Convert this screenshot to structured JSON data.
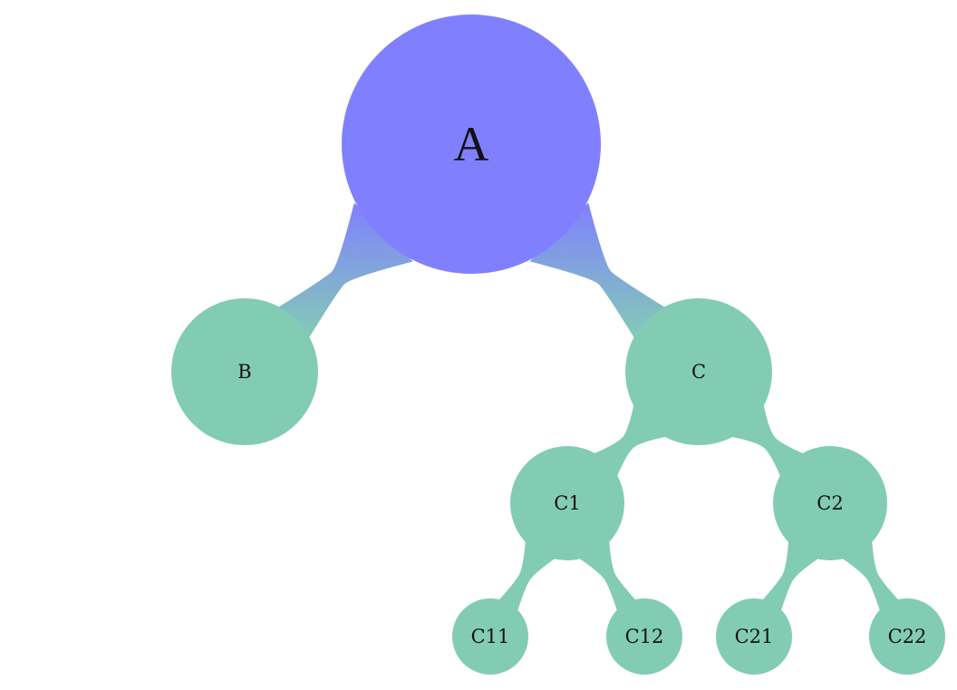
{
  "colors": {
    "root": "#8080ff",
    "child": "#82ccb4",
    "background": "#ffffff",
    "text": "#111111"
  },
  "nodes": [
    {
      "id": "A",
      "label": "A",
      "level": 0,
      "parent": null
    },
    {
      "id": "B",
      "label": "B",
      "level": 1,
      "parent": "A"
    },
    {
      "id": "C",
      "label": "C",
      "level": 1,
      "parent": "A"
    },
    {
      "id": "C1",
      "label": "C1",
      "level": 2,
      "parent": "C"
    },
    {
      "id": "C2",
      "label": "C2",
      "level": 2,
      "parent": "C"
    },
    {
      "id": "C11",
      "label": "C11",
      "level": 3,
      "parent": "C1"
    },
    {
      "id": "C12",
      "label": "C12",
      "level": 3,
      "parent": "C1"
    },
    {
      "id": "C21",
      "label": "C21",
      "level": 3,
      "parent": "C2"
    },
    {
      "id": "C22",
      "label": "C22",
      "level": 3,
      "parent": "C2"
    }
  ]
}
